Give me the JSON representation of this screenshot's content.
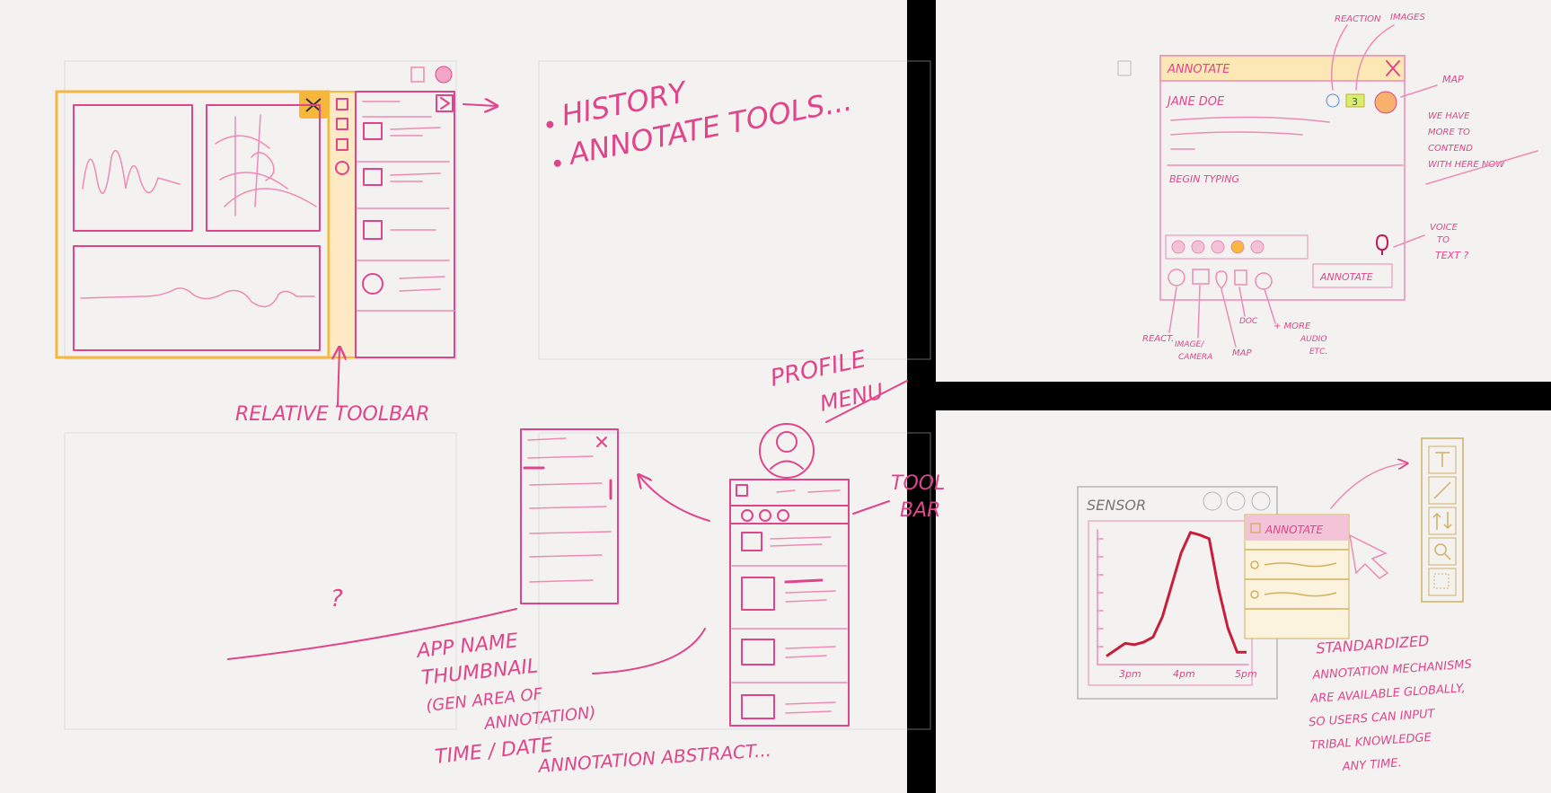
{
  "colors": {
    "ink": "#e0458c",
    "ink_dark": "#c2185b",
    "highlight": "#f6b73c",
    "highlight_fill": "#fde9c4",
    "gold": "#c9a23e",
    "grey": "#b5b5b5",
    "chart_line": "#c81e3a"
  },
  "main": {
    "toolbar_label": "RELATIVE TOOLBAR",
    "ideas": [
      "HISTORY",
      "ANNOTATE TOOLS..."
    ],
    "question_mark": "?",
    "profile_label_line1": "PROFILE",
    "profile_label_line2": "MENU",
    "toolbar_note_line1": "TOOL",
    "toolbar_note_line2": "BAR",
    "list_notes": [
      "APP NAME",
      "THUMBNAIL",
      "(GEN AREA OF",
      "ANNOTATION)",
      "TIME / DATE",
      "ANNOTATION ABSTRACT..."
    ]
  },
  "annotate_panel": {
    "title": "ANNOTATE",
    "user": "JANE DOE",
    "placeholder": "BEGIN TYPING",
    "image_count": "3",
    "submit_label": "ANNOTATE",
    "callouts": {
      "reaction": "REACTION",
      "images": "IMAGES",
      "map_note": [
        "MAP",
        "WE HAVE",
        "MORE TO",
        "CONTEND",
        "WITH HERE NOW"
      ],
      "voice": [
        "VOICE",
        "TO",
        "TEXT ?"
      ],
      "react": "REACT.",
      "image_camera": [
        "IMAGE/",
        "CAMERA"
      ],
      "map": "MAP",
      "doc": "DOC",
      "more": [
        "+ MORE",
        "AUDIO",
        "ETC."
      ]
    }
  },
  "sensor_panel": {
    "title": "SENSOR",
    "menu_item": "ANNOTATE",
    "note": [
      "STANDARDIZED",
      "ANNOTATION MECHANISMS",
      "ARE AVAILABLE GLOBALLY,",
      "SO USERS CAN INPUT",
      "TRIBAL KNOWLEDGE",
      "ANY TIME."
    ]
  },
  "chart_data": {
    "type": "line",
    "title": "SENSOR",
    "x": [
      "3pm",
      "4pm",
      "5pm"
    ],
    "series": [
      {
        "values": [
          1,
          6,
          11,
          10,
          12,
          16,
          32,
          57,
          82,
          98,
          96,
          93,
          54,
          23,
          4,
          4
        ]
      }
    ]
  }
}
